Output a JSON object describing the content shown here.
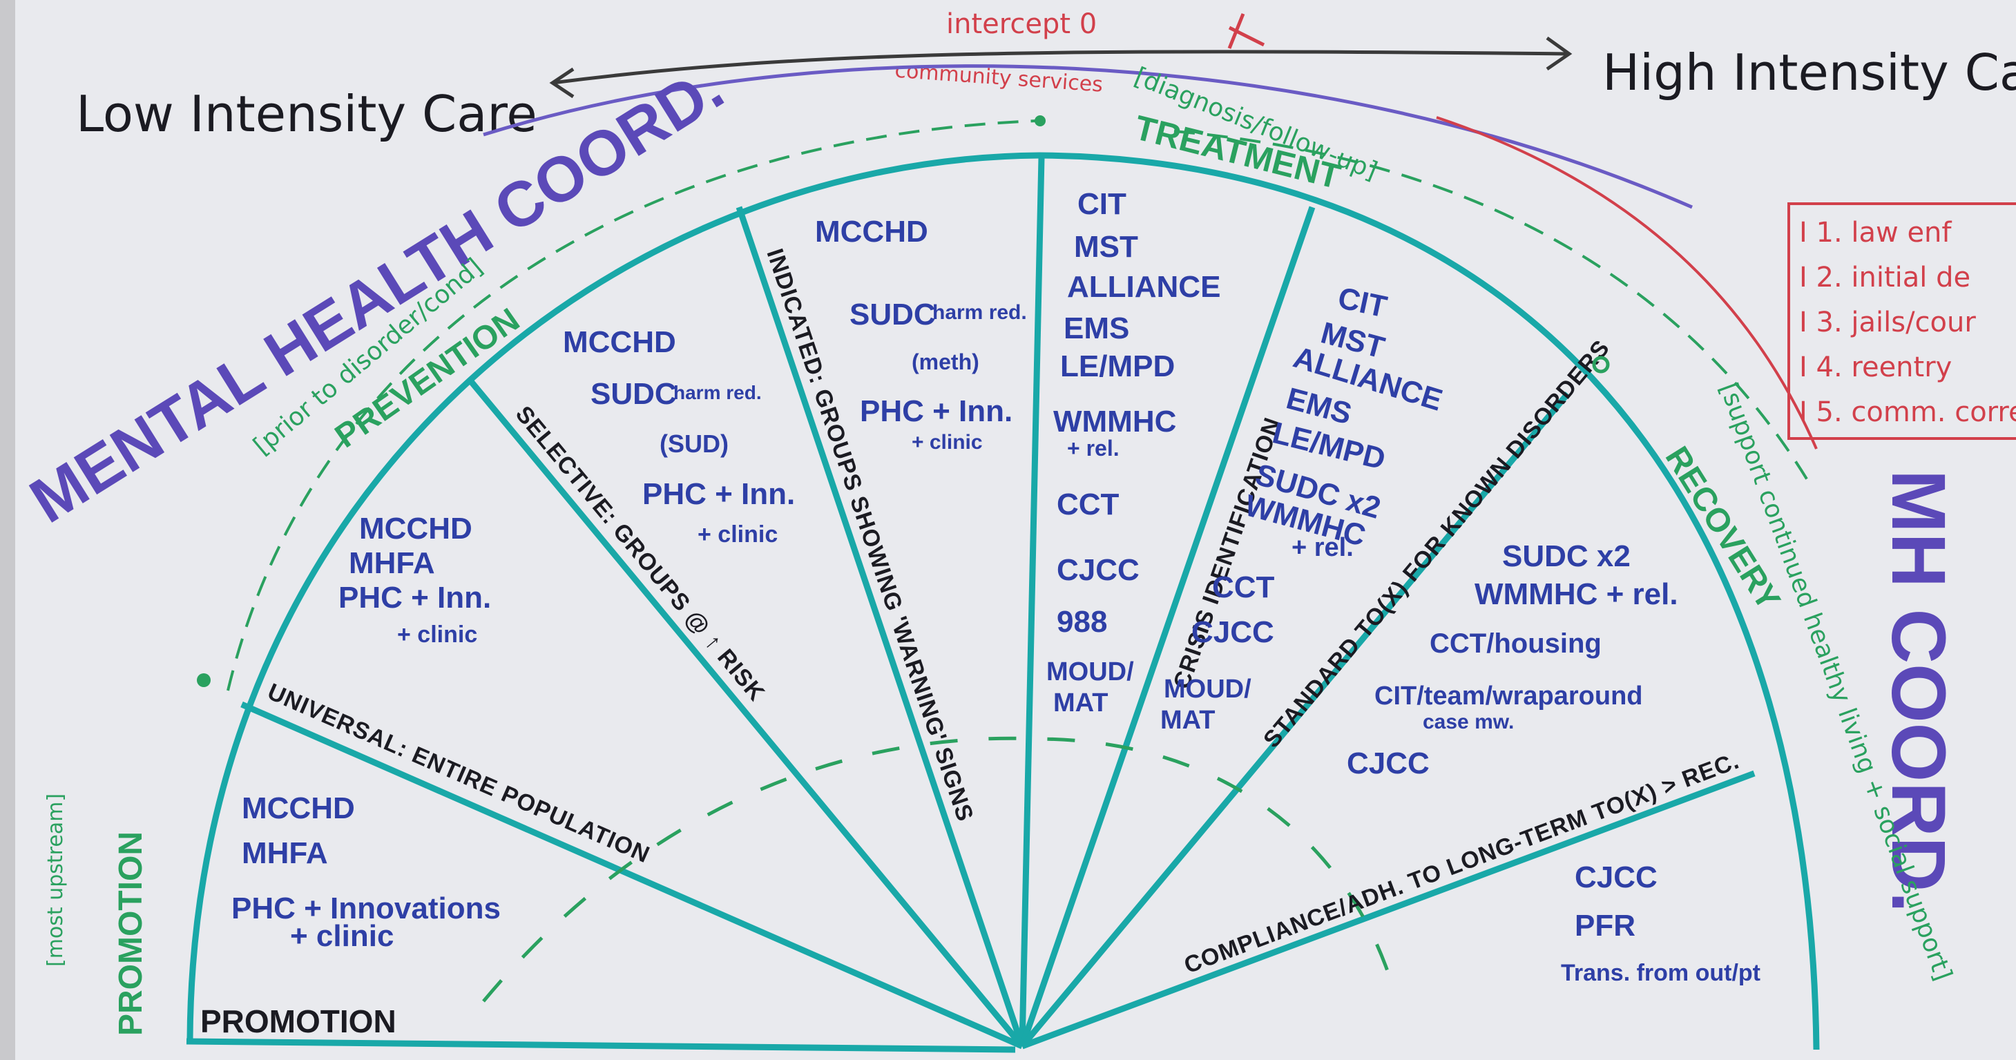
{
  "scale": {
    "low": "Low Intensity Care",
    "high": "High Intensity Care",
    "intercept_label": "intercept 0",
    "community_label": "community services"
  },
  "title": "MENTAL HEALTH COORD.",
  "side_title": "MH COORD.",
  "arc_labels": {
    "prevention": "PREVENTION",
    "prevention_note": "[prior to disorder/cond]",
    "treatment": "TREATMENT",
    "treatment_note": "[diagnosis/follow-up]",
    "recovery": "RECOVERY",
    "recovery_note": "[support continued healthy living + social support]",
    "promotion": "PROMOTION",
    "promotion_note": "[most upstream]",
    "promotion_base": "PROMOTION"
  },
  "spokes": {
    "universal": "UNIVERSAL: ENTIRE POPULATION",
    "selective": "SELECTIVE: GROUPS @ ↑ RISK",
    "indicated": "INDICATED: GROUPS SHOWING 'WARNING' SIGNS",
    "crisis": "CRISIS IDENTIFICATION",
    "standard": "STANDARD TO(X) FOR KNOWN DISORDERS",
    "compliance": "COMPLIANCE/ADH. TO LONG-TERM TO(X) > REC."
  },
  "segments": {
    "promotion": [
      "MCCHD",
      "MHFA",
      "PHC + Innovations",
      "+ clinic"
    ],
    "universal": [
      "MCCHD",
      "MHFA",
      "PHC + Inn.",
      "+ clinic"
    ],
    "selective": [
      "MCCHD",
      "SUDC",
      "harm red.",
      "(SUD)",
      "PHC + Inn.",
      "+ clinic"
    ],
    "indicated": [
      "MCCHD",
      "SUDC",
      "harm red.",
      "(meth)",
      "PHC + Inn.",
      "+ clinic"
    ],
    "treatment_center": [
      "CIT",
      "MST",
      "ALLIANCE",
      "EMS",
      "LE/MPD",
      "WMMHC",
      "+ rel.",
      "CCT",
      "CJCC",
      "988",
      "MOUD/",
      "MAT"
    ],
    "crisis": [
      "CIT",
      "MST",
      "ALLIANCE",
      "EMS",
      "LE/MPD",
      "SUDC x2",
      "WMMHC",
      "+ rel.",
      "CCT",
      "CJCC",
      "MOUD/",
      "MAT"
    ],
    "standard": [
      "SUDC x2",
      "WMMHC + rel.",
      "CCT/housing",
      "CIT/team/wraparound",
      "case mw.",
      "CJCC"
    ],
    "compliance": [
      "CJCC",
      "PFR",
      "Trans. from out/pt"
    ]
  },
  "intercepts": [
    "I 1. law enf",
    "I 2. initial de",
    "I 3. jails/cour",
    "I 4. reentry",
    "I 5. comm. corre"
  ],
  "colors": {
    "board": "#e9eaee",
    "teal": "#19a8a8",
    "blue": "#2e3fa6",
    "black": "#1b1b22",
    "green": "#2aa15f",
    "red": "#d2404b",
    "purple": "#5b49b8"
  }
}
